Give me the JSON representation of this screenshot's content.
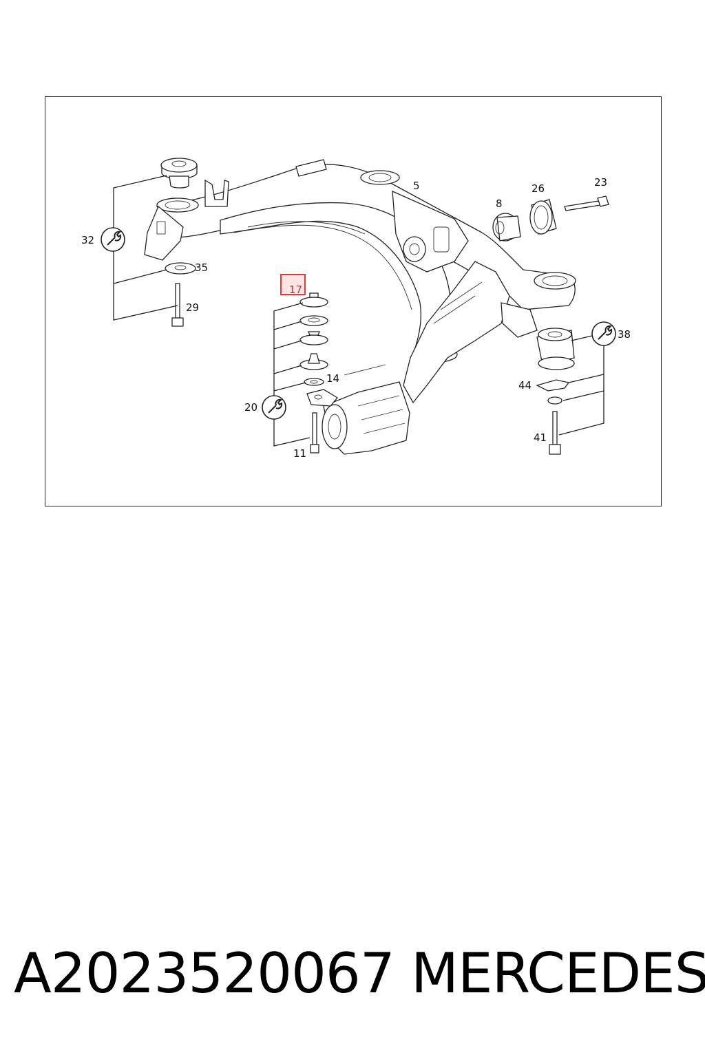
{
  "diagram": {
    "callouts": {
      "c5": "5",
      "c8": "8",
      "c11": "11",
      "c14": "14",
      "c17": "17",
      "c20": "20",
      "c23": "23",
      "c26": "26",
      "c29": "29",
      "c32": "32",
      "c35": "35",
      "c38": "38",
      "c41": "41",
      "c44": "44"
    },
    "highlight_color": "#e03a3a",
    "icons": [
      "wrench-icon",
      "wrench-icon",
      "wrench-icon"
    ]
  },
  "footer": {
    "part_number": "A2023520067",
    "brand": "MERCEDES"
  }
}
